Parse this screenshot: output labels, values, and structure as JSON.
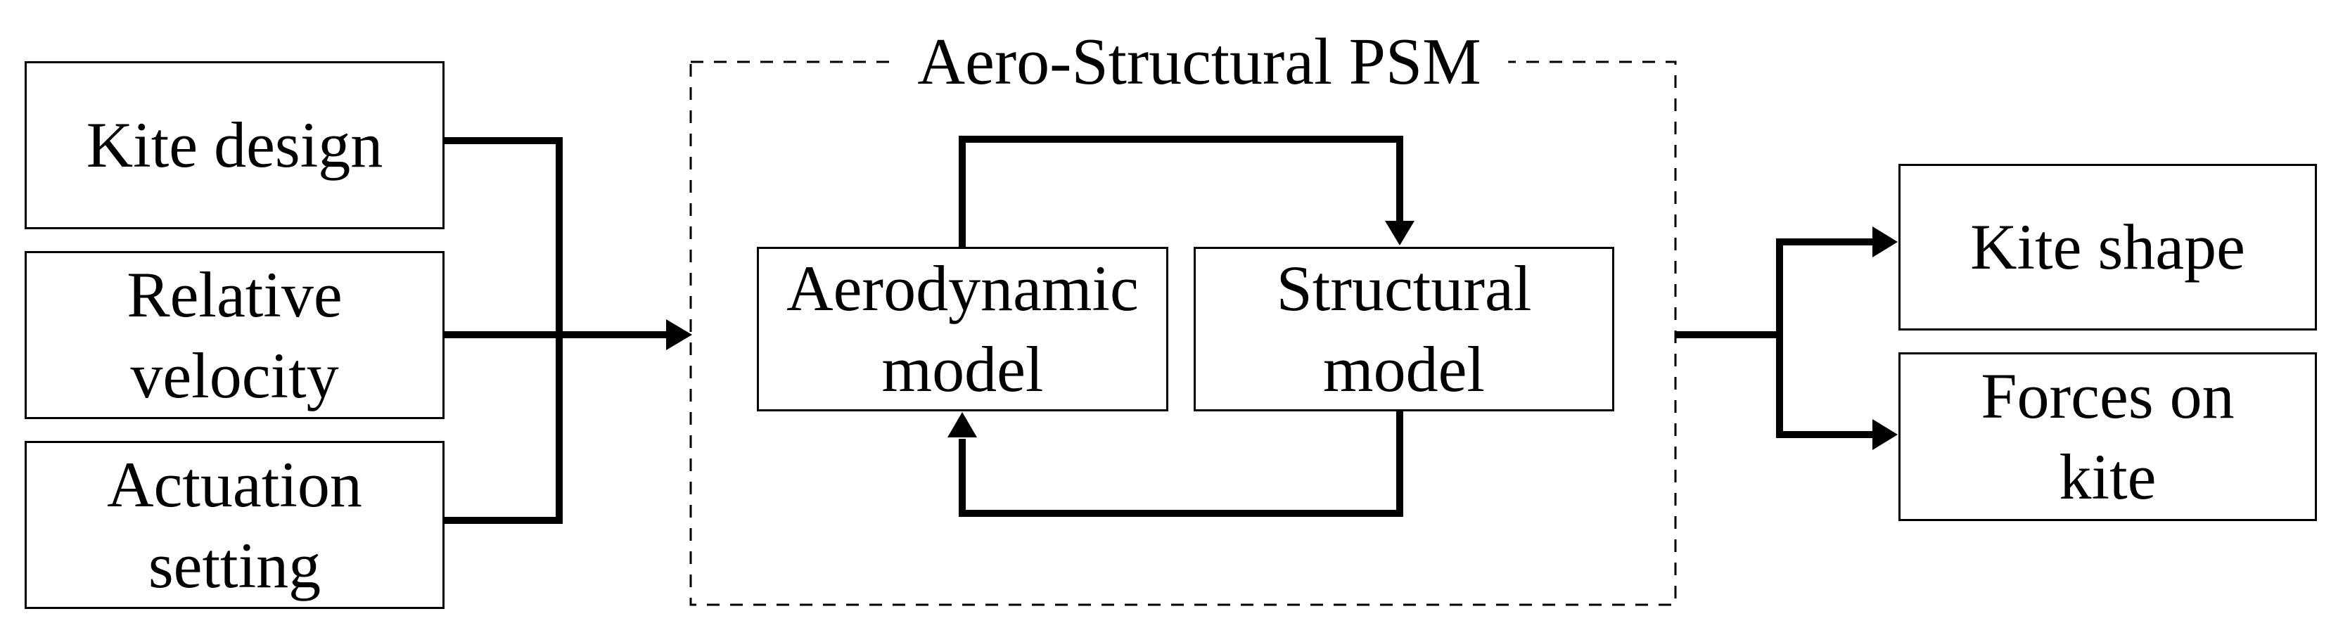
{
  "figure": {
    "title": "Aero-Structural PSM",
    "background": "#ffffff",
    "ink": "#000000"
  },
  "inputs": [
    {
      "label": "Kite design"
    },
    {
      "label": "Relative velocity"
    },
    {
      "label": "Actuation setting"
    }
  ],
  "psm_nodes": [
    {
      "label": "Aerodynamic model"
    },
    {
      "label": "Structural model"
    }
  ],
  "outputs": [
    {
      "label": "Kite shape"
    },
    {
      "label": "Forces on kite"
    }
  ]
}
